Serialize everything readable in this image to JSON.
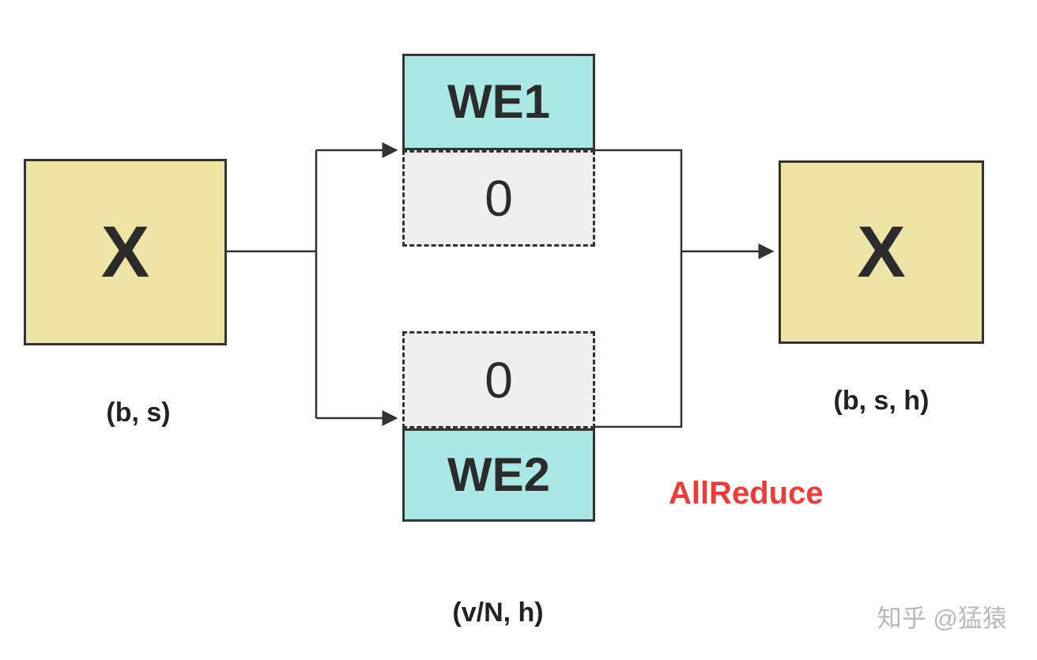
{
  "diagram": {
    "left_box_label": "X",
    "left_shape_label": "(b, s)",
    "we1_label": "WE1",
    "zero_top_label": "0",
    "zero_bottom_label": "0",
    "we2_label": "WE2",
    "right_box_label": "X",
    "right_shape_label": "(b, s, h)",
    "allreduce_label": "AllReduce",
    "middle_shape_label": "(v/N, h)",
    "watermark": "知乎 @猛猿"
  },
  "colors": {
    "box_yellow": "#EDE4A6",
    "box_cyan": "#A9E8E4",
    "box_gray": "#EFEFEF",
    "border_dark": "#333333",
    "allreduce_red": "#EE3B37",
    "watermark_gray": "#B9B9B9",
    "background": "#FFFFFF"
  }
}
